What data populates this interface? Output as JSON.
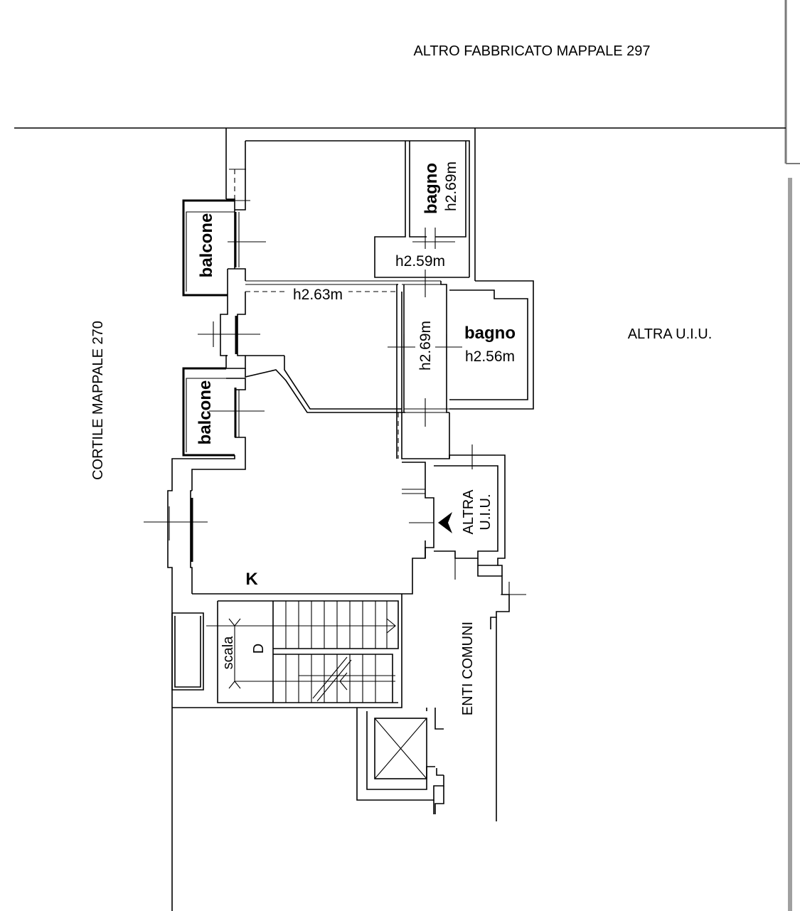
{
  "labels": {
    "top_building": "ALTRO FABBRICATO MAPPALE 297",
    "courtyard": "CORTILE MAPPALE 270",
    "other_unit_right": "ALTRA U.I.U.",
    "other_unit_small_line1": "ALTRA",
    "other_unit_small_line2": "U.I.U.",
    "common_areas": "ENTI COMUNI",
    "balcony_top": "balcone",
    "balcony_bottom": "balcone",
    "bath_top": "bagno",
    "bath_top_height": "h2.69m",
    "hall_height": "h2.59m",
    "corridor_height": "h2.63m",
    "bath_right": "bagno",
    "bath_right_height": "h2.56m",
    "passage_height": "h2.69m",
    "kitchen": "K",
    "stair": "scala",
    "stair_letter": "D"
  },
  "colors": {
    "line": "#000000",
    "background": "#ffffff",
    "scrollbar": "#a0a0a0"
  }
}
